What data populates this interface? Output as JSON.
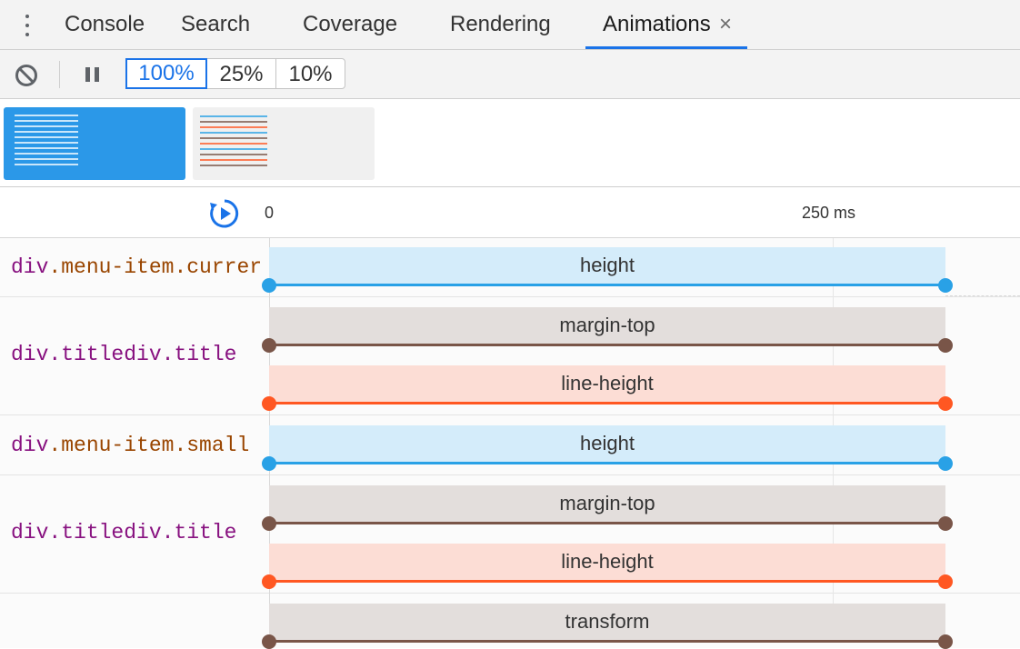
{
  "tabs": [
    {
      "label": "Console"
    },
    {
      "label": "Search"
    },
    {
      "label": "Coverage"
    },
    {
      "label": "Rendering"
    },
    {
      "label": "Animations",
      "active": true,
      "close": "×"
    }
  ],
  "toolbar": {
    "speeds": [
      "100%",
      "25%",
      "10%"
    ],
    "active_speed": "100%",
    "icons": [
      "clear-all-icon",
      "pause-icon"
    ]
  },
  "previews": [
    {
      "selected": true,
      "colors": [
        "#ffffff"
      ]
    },
    {
      "selected": false,
      "colors": [
        "#29a1e6",
        "#795548",
        "#ff5722"
      ]
    }
  ],
  "timeline": {
    "ticks": [
      {
        "label": "0",
        "ms": 0
      },
      {
        "label": "250 ms",
        "ms": 250
      }
    ]
  },
  "rows": [
    {
      "tag": "div",
      "cls": ".menu-item.currer",
      "anims": [
        {
          "name": "height",
          "color": "#29a1e6",
          "bg": "#d4ecfa"
        }
      ]
    },
    {
      "tag": "div",
      "cls": ".titlediv.title",
      "anims": [
        {
          "name": "margin-top",
          "color": "#795548",
          "bg": "#e3dedc"
        },
        {
          "name": "line-height",
          "color": "#ff5722",
          "bg": "#fcddd5"
        }
      ]
    },
    {
      "tag": "div",
      "cls": ".menu-item.small",
      "anims": [
        {
          "name": "height",
          "color": "#29a1e6",
          "bg": "#d4ecfa"
        }
      ]
    },
    {
      "tag": "div",
      "cls": ".titlediv.title",
      "anims": [
        {
          "name": "margin-top",
          "color": "#795548",
          "bg": "#e3dedc"
        },
        {
          "name": "line-height",
          "color": "#ff5722",
          "bg": "#fcddd5"
        }
      ]
    },
    {
      "tag": "",
      "cls": "",
      "anims": [
        {
          "name": "transform",
          "color": "#795548",
          "bg": "#e3dedc"
        }
      ]
    }
  ],
  "colors": {
    "accent": "#1a73e8",
    "selected_preview": "#2b98e8"
  }
}
